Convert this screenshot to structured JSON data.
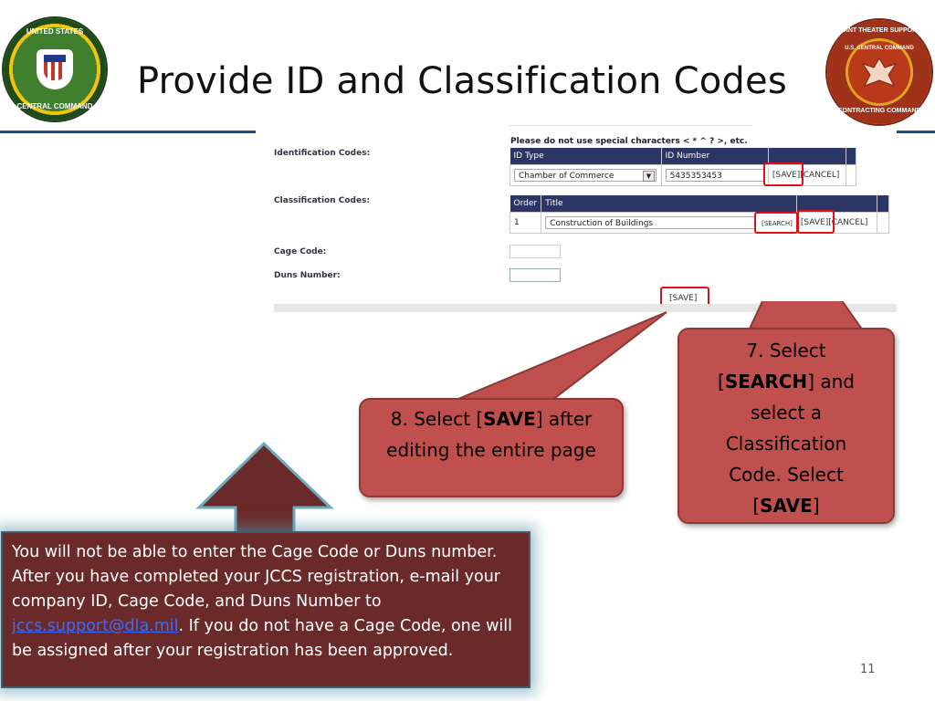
{
  "slide": {
    "title": "Provide ID and Classification Codes",
    "page_number": "11"
  },
  "seals": {
    "left_text_top": "UNITED STATES",
    "left_text_bottom": "CENTRAL COMMAND",
    "right_text_top": "JOINT THEATER SUPPORT",
    "right_text_mid": "U.S. CENTRAL COMMAND",
    "right_text_bottom": "CONTRACTING COMMAND"
  },
  "form": {
    "identification_label": "Identification Codes:",
    "special_chars_note": "Please do not use special characters < * ^ ? >, etc.",
    "id_table": {
      "headers": [
        "ID Type",
        "ID Number"
      ],
      "id_type_value": "Chamber of Commerce",
      "id_number_value": "5435353453",
      "save_label": "[SAVE]",
      "cancel_label": "[CANCEL]"
    },
    "classification_label": "Classification Codes:",
    "class_table": {
      "headers": [
        "Order",
        "Title"
      ],
      "order_value": "1",
      "title_value": "Construction of Buildings",
      "search_label": "[SEARCH]",
      "save_label": "[SAVE]",
      "cancel_label": "[CANCEL]"
    },
    "cage_label": "Cage Code:",
    "duns_label": "Duns Number:",
    "page_save_label": "[SAVE]"
  },
  "callouts": {
    "save_callout": {
      "part1": "8. Select [",
      "bold": "SAVE",
      "part2": "] after editing the entire page"
    },
    "search_callout": {
      "part1": "7. Select [",
      "bold1": "SEARCH",
      "part2": "] and select a Classification Code. Select [",
      "bold2": "SAVE",
      "part3": "]"
    }
  },
  "info_box": {
    "text_before_link": "You will not be able to enter the Cage Code or Duns number. After you have completed your JCCS registration, e-mail your company ID, Cage Code, and Duns Number to ",
    "link_text": "jccs.support@dla.mil",
    "text_after_link": ". If you do not have a Cage Code, one will be assigned after your registration has been approved."
  },
  "colors": {
    "accent_rule": "#1f4e8c",
    "table_header": "#2b3566",
    "callout_fill": "#c0504d",
    "info_fill": "#6b2a2a",
    "highlight": "#e0101a"
  }
}
